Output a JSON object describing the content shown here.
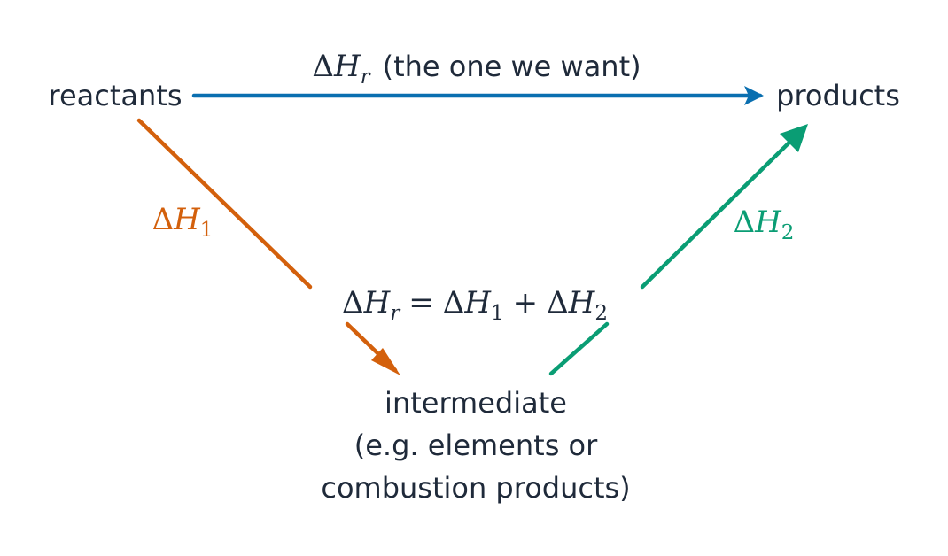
{
  "colors": {
    "text": "#1f2a3a",
    "reaction_arrow": "#0a6fb0",
    "step1_arrow": "#d3600c",
    "step2_arrow": "#0a9d74",
    "background": "#ffffff"
  },
  "nodes": {
    "reactants": "reactants",
    "products": "products",
    "intermediate_lines": [
      "intermediate",
      "(e.g. elements or",
      "combustion products)"
    ]
  },
  "edges": {
    "reaction": {
      "symbol": "Δ",
      "variable": "H",
      "subscript": "r",
      "note": "(the one we want)"
    },
    "step1": {
      "symbol": "Δ",
      "variable": "H",
      "subscript": "1"
    },
    "step2": {
      "symbol": "Δ",
      "variable": "H",
      "subscript": "2"
    }
  },
  "equation": {
    "lhs_symbol": "Δ",
    "lhs_variable": "H",
    "lhs_subscript": "r",
    "equals": "=",
    "term1_symbol": "Δ",
    "term1_variable": "H",
    "term1_subscript": "1",
    "plus": "+",
    "term2_symbol": "Δ",
    "term2_variable": "H",
    "term2_subscript": "2"
  }
}
